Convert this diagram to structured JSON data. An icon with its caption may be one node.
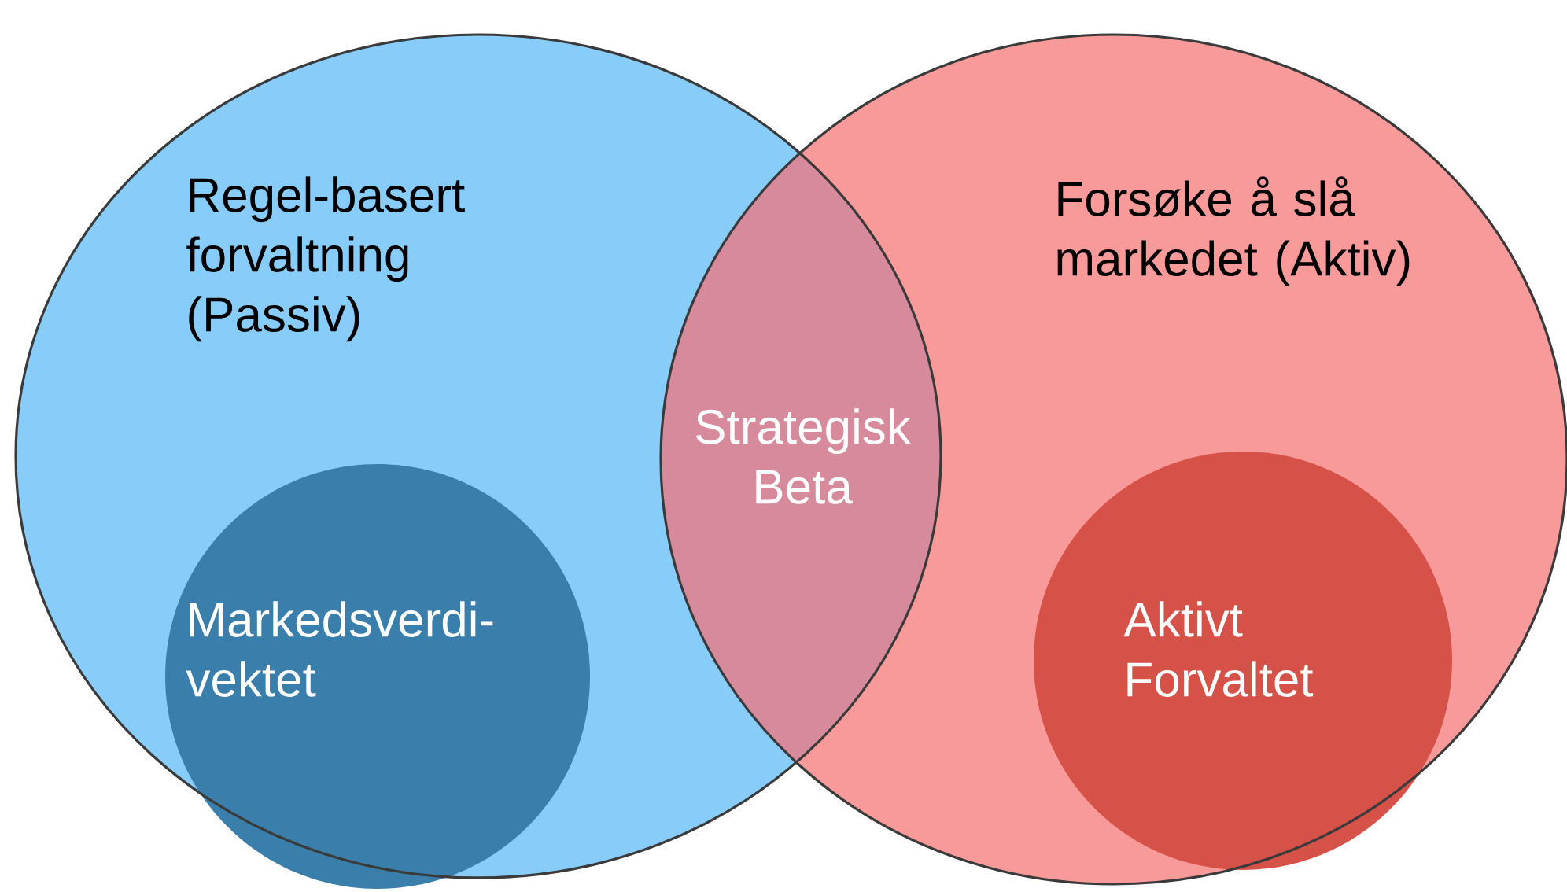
{
  "diagram": {
    "nodes": [
      {
        "text": [
          "Regel-basert forvaltning (Passiv)"
        ]
      },
      {
        "text": [
          "Forsøke å slå markedet (Aktiv)"
        ]
      },
      {
        "text": [
          "Strategisk Beta"
        ]
      },
      {
        "text": [
          "Markedsverdi-vektet"
        ],
        "in": 0
      },
      {
        "text": [
          "Aktivt Forvaltet"
        ],
        "in": 1
      }
    ]
  }
}
